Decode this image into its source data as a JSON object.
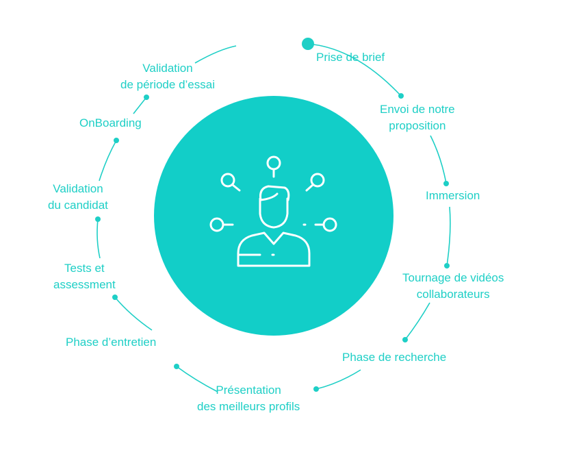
{
  "colors": {
    "accent": "#1ecfc6",
    "center_fill": "#12cec8",
    "icon_stroke": "#ffffff"
  },
  "center_icon": "person-with-magnifiers-icon",
  "steps": [
    {
      "lines": [
        "Prise de brief"
      ]
    },
    {
      "lines": [
        "Envoi de notre",
        "proposition"
      ]
    },
    {
      "lines": [
        "Immersion"
      ]
    },
    {
      "lines": [
        "Tournage de vidéos",
        "collaborateurs"
      ]
    },
    {
      "lines": [
        "Phase de recherche"
      ]
    },
    {
      "lines": [
        "Présentation",
        "des meilleurs profils"
      ]
    },
    {
      "lines": [
        "Phase d’entretien"
      ]
    },
    {
      "lines": [
        "Tests et",
        "assessment"
      ]
    },
    {
      "lines": [
        "Validation",
        "du candidat"
      ]
    },
    {
      "lines": [
        "OnBoarding"
      ]
    },
    {
      "lines": [
        "Validation",
        "de période d’essai"
      ]
    }
  ]
}
